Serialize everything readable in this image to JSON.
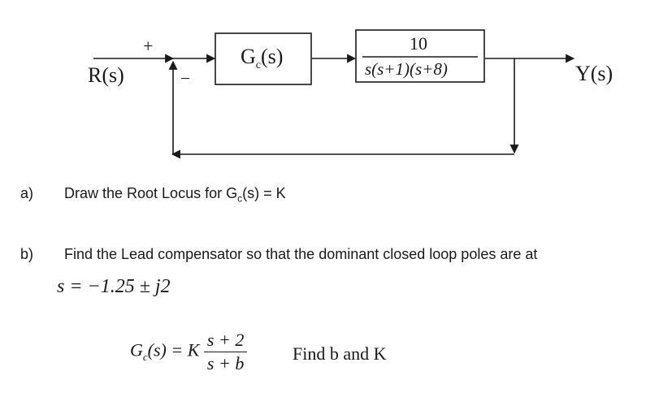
{
  "diagram": {
    "input_label": "R(s)",
    "output_label": "Y(s)",
    "plus_sign": "+",
    "minus_sign": "–",
    "controller": {
      "main": "G",
      "sub": "c",
      "arg": "(s)"
    },
    "plant": {
      "numerator": "10",
      "denominator": "s(s+1)(s+8)"
    }
  },
  "parts": {
    "a": {
      "marker": "a)",
      "text_pre": "Draw the Root Locus for G",
      "text_sub": "c",
      "text_post": "(s) = K"
    },
    "b": {
      "marker": "b)",
      "text": "Find the Lead compensator so that the dominant closed loop poles are at",
      "pole_location": "s = −1.25 ± j2",
      "compensator": {
        "lhs_main": "G",
        "lhs_sub": "c",
        "lhs_arg": "(s) = K",
        "numerator": "s + 2",
        "denominator": "s + b"
      },
      "instruction": "Find b and K"
    }
  }
}
